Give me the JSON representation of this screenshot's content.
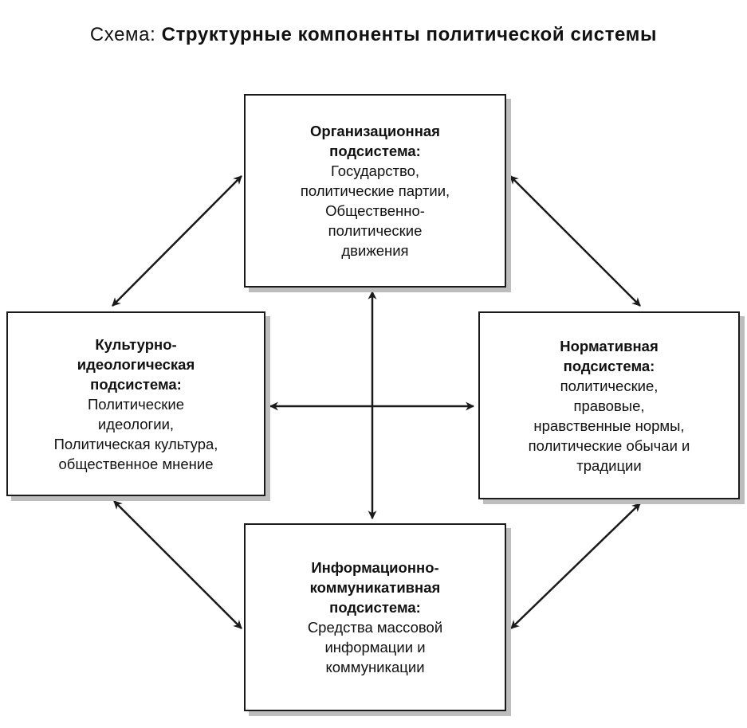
{
  "title": {
    "prefix": "Схема: ",
    "main": "Структурные компоненты политической системы"
  },
  "boxes": {
    "organizational": {
      "head": [
        "Организационная",
        "подсистема:"
      ],
      "body": [
        "Государство,",
        "политические партии,",
        "Общественно-",
        "политические",
        "движения"
      ]
    },
    "cultural": {
      "head": [
        "Культурно-",
        "идеологическая",
        "подсистема:"
      ],
      "body": [
        "Политические",
        "идеологии,",
        "Политическая культура,",
        "общественное мнение"
      ]
    },
    "normative": {
      "head": [
        "Нормативная",
        "подсистема:"
      ],
      "body": [
        "политические,",
        "правовые,",
        "нравственные нормы,",
        "политические обычаи и",
        "традиции"
      ]
    },
    "informational": {
      "head": [
        "Информационно-",
        "коммуникативная",
        "подсистема:"
      ],
      "body": [
        "Средства массовой",
        "информации и",
        "коммуникации"
      ]
    }
  },
  "colors": {
    "line": "#1a1a1a",
    "shadow": "#bdbdbd"
  }
}
